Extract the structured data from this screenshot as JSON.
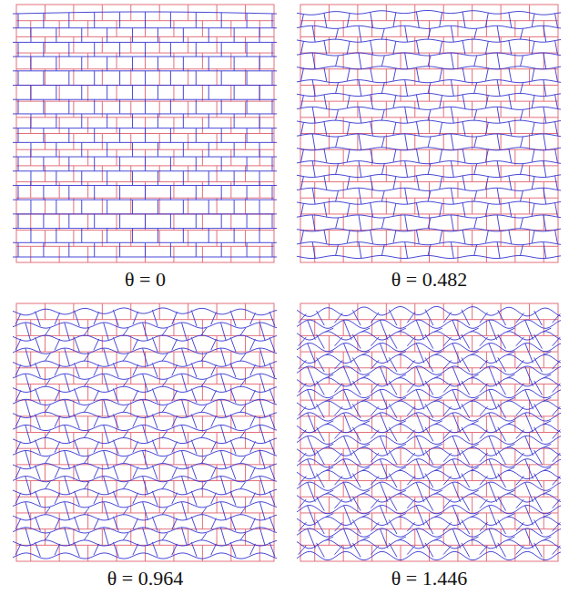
{
  "diagram": {
    "labels": [
      "θ = 0",
      "θ = 0.482",
      "θ = 0.964",
      "θ = 1.446"
    ]
  }
}
